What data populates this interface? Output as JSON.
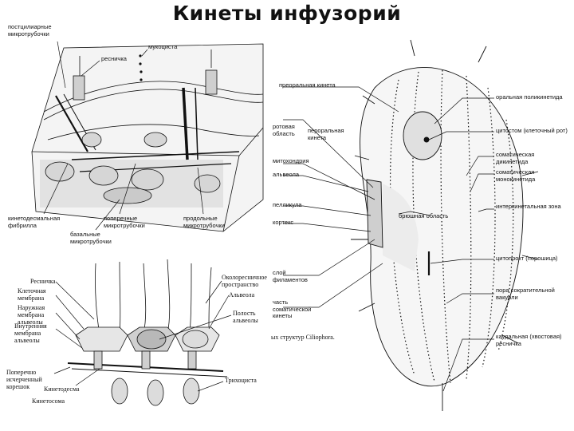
{
  "title": "Кинеты инфузорий",
  "top_left": {
    "postciliary": "постцилиарные микротрубочки",
    "cilium": "ресничка",
    "mucocyst": "мукоциста",
    "kinetodesmal": "кинетодесмальная фибрилла",
    "transverse": "поперечные микротрубочки",
    "longitudinal": "продольные микротрубочки",
    "basal": "базальные микротрубочки"
  },
  "right": {
    "preoral_kinety": "преоральная кинета",
    "oral_polykinetid": "оральная поликинетида",
    "perioral_area": "ротовая область",
    "peroral_kinety": "пероральная кинета",
    "cytostome": "цитостом (клеточный рот)",
    "mitochondria": "митохондрия",
    "somatic_dikinetid": "соматическая дикинетида",
    "alveole": "альвеола",
    "somatic_monokinetid": "соматическая монокинетида",
    "pellicle": "пелликула",
    "interkinetal_zone": "интеркинетальная зона",
    "cortex": "кортекс",
    "ventral_area": "брюшная область",
    "cytoproct": "цитопрокт (порошица)",
    "filament_layer": "слой филаментов",
    "contractile_pore": "пора сократительной вакуоли",
    "somatic_kinety_part": "часть соматической кинеты",
    "caudal_cilium": "каудальная (хвостовая) ресничка",
    "caption": "ых структур Ciliophora."
  },
  "bottom_left": {
    "cilium": "Ресничка",
    "cell_membrane": "Клеточная мембрана",
    "outer_membrane": "Наружная мембрана альвеолы",
    "inner_membrane": "Внутренняя мембрана альвеолы",
    "periciliary_space": "Околоресничное пространство",
    "alveole": "Альвеола",
    "alveole_cavity": "Полость альвеолы",
    "transverse": "Поперечно исчерченный корешок",
    "kinetodesma": "Кинетодесма",
    "kinetosome": "Кинетосома",
    "trichocyst": "Трихоциста"
  }
}
